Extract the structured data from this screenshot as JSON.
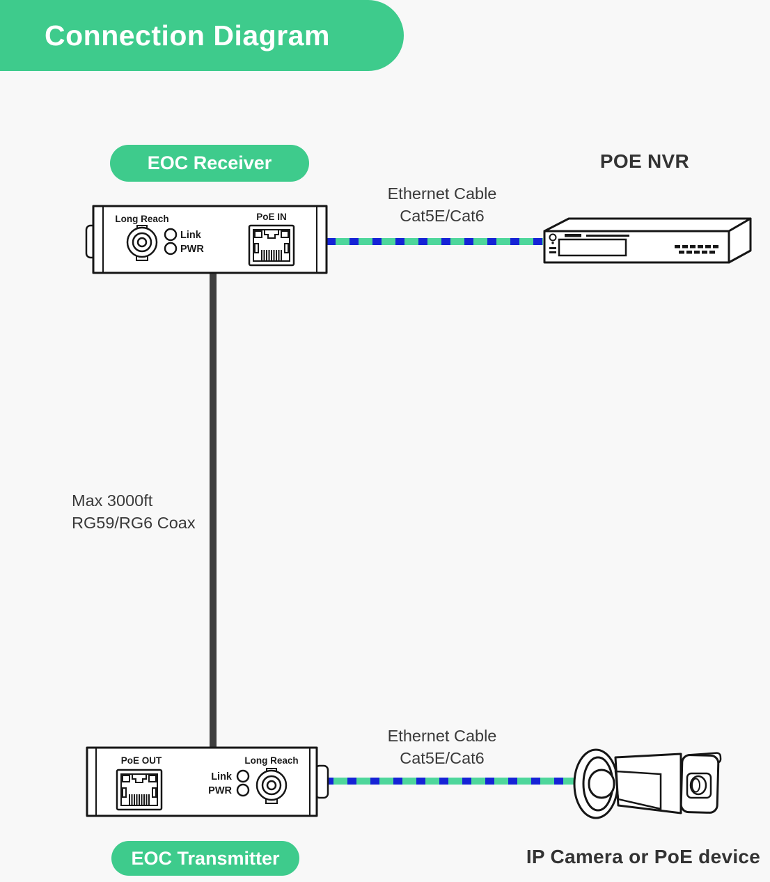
{
  "banner": {
    "title": "Connection Diagram"
  },
  "colors": {
    "brand_green": "#3ecb8c",
    "cable_green": "#4ed69b",
    "cable_blue": "#1623d6",
    "coax_gray": "#3e3e3e",
    "outline": "#161616",
    "text_dark": "#3a3a3a",
    "background": "#f8f8f8"
  },
  "devices": {
    "receiver": {
      "label": "EOC Receiver",
      "bnc_port": "Long Reach",
      "led_link": "Link",
      "led_pwr": "PWR",
      "rj45_port": "PoE IN"
    },
    "transmitter": {
      "label": "EOC Transmitter",
      "rj45_port": "PoE OUT",
      "led_link": "Link",
      "led_pwr": "PWR",
      "bnc_port": "Long Reach"
    },
    "nvr": {
      "label": "POE NVR"
    },
    "camera": {
      "label": "IP Camera or PoE device"
    }
  },
  "cables": {
    "ethernet_top": {
      "line1": "Ethernet Cable",
      "line2": "Cat5E/Cat6"
    },
    "ethernet_bottom": {
      "line1": "Ethernet Cable",
      "line2": "Cat5E/Cat6"
    },
    "coax": {
      "line1": "Max 3000ft",
      "line2": "RG59/RG6 Coax"
    }
  }
}
